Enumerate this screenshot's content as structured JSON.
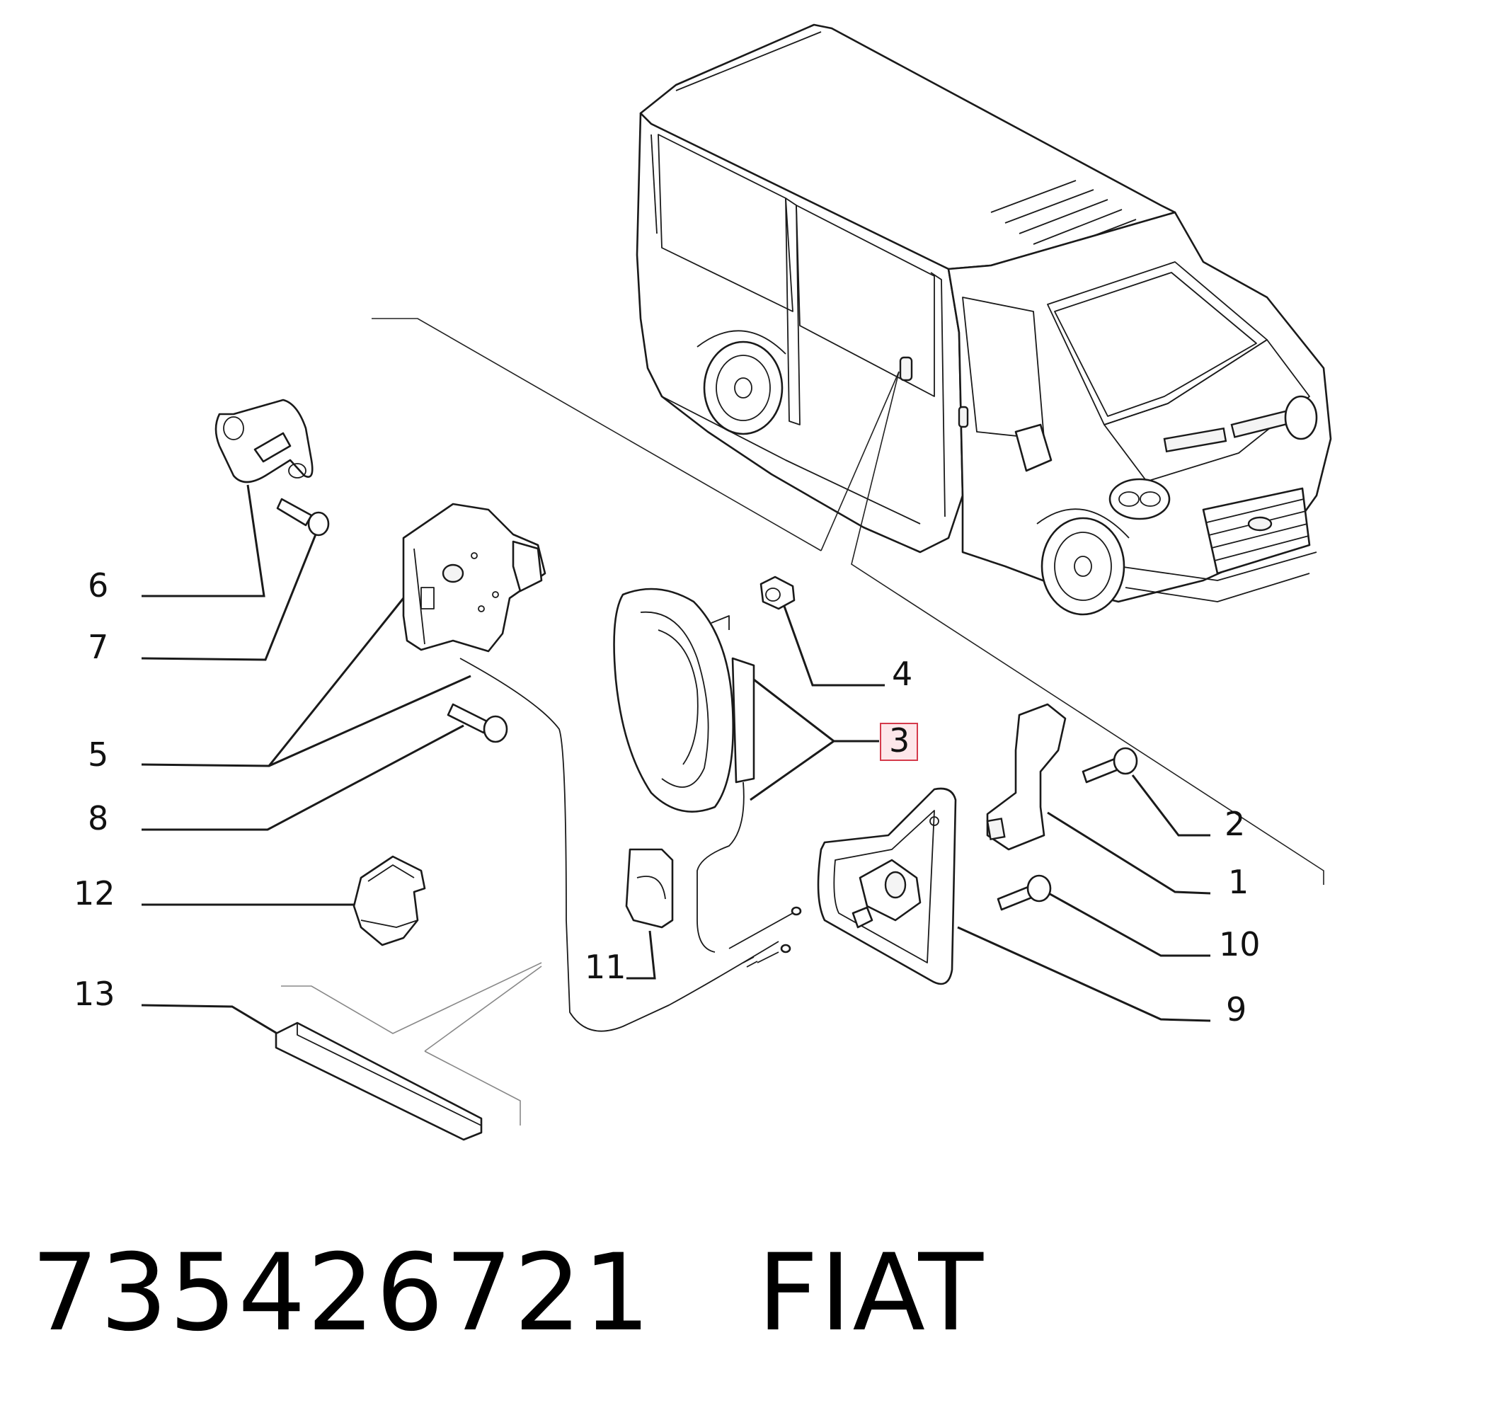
{
  "callouts": [
    "1",
    "2",
    "3",
    "4",
    "5",
    "6",
    "7",
    "8",
    "9",
    "10",
    "11",
    "12",
    "13"
  ],
  "highlighted_callout": "3",
  "footer": {
    "part_number": "735426721",
    "brand": "FIAT"
  },
  "colors": {
    "line": "#1a1a1a",
    "highlight_border": "#d43a4b",
    "highlight_fill": "#fde7ea"
  }
}
